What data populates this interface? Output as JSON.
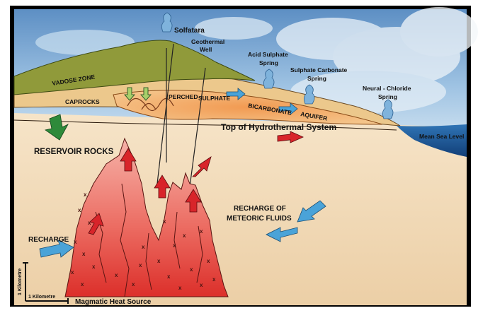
{
  "labels": {
    "solfatara": "Solfatara",
    "geothermal_well_1": "Geothermal",
    "geothermal_well_2": "Well",
    "acid_sulphate_1": "Acid Sulphate",
    "acid_sulphate_2": "Spring",
    "sulphate_carbonate_1": "Sulphate Carbonate",
    "sulphate_carbonate_2": "Spring",
    "neutral_chloride_1": "Neural - Chloride",
    "neutral_chloride_2": "Spring",
    "mean_sea_level": "Mean Sea Level",
    "vadose_zone": "VADOSE ZONE",
    "caprocks": "CAPROCKS",
    "perched": "PERCHED",
    "sulphate": "SULPHATE",
    "bicarbonate": "BICARBONATE",
    "aquifer": "AQUIFER",
    "top_hydrothermal": "Top of Hydrothermal System",
    "reservoir_rocks": "RESERVOIR ROCKS",
    "recharge_meteoric_1": "RECHARGE OF",
    "recharge_meteoric_2": "METEORIC FLUIDS",
    "recharge": "RECHARGE",
    "magmatic_heat_source": "Magmatic Heat Source",
    "scale_vertical": "1 Kilometre",
    "scale_horizontal": "1 Kilometre"
  },
  "colors": {
    "sky_top": "#5d8fc4",
    "sky_bottom": "#cfe3f2",
    "vadose": "#8f9b3c",
    "caprock": "#e9c88a",
    "aquifer": "#f0a864",
    "ground": "#f1d9b7",
    "sea": "#1f5f9f",
    "magma_top": "#f29a93",
    "magma_bottom": "#e0332d",
    "arrow_red": "#d8242a",
    "arrow_blue": "#4aa3d8",
    "arrow_green": "#2e8a3a",
    "arrow_lightgreen": "#a8cf6a"
  }
}
